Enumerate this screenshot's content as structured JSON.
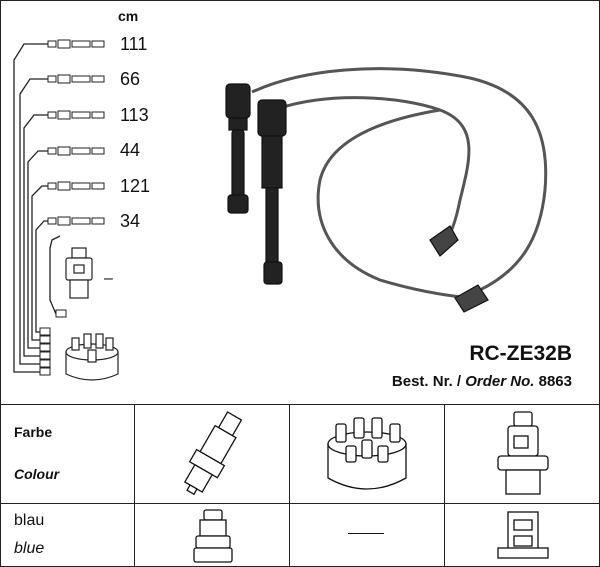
{
  "unit_label": "cm",
  "lengths": [
    "111",
    "66",
    "113",
    "44",
    "121",
    "34"
  ],
  "part_title": "RC-ZE32B",
  "order_label_de": "Best. Nr. /",
  "order_label_en": "Order No.",
  "order_number": "8863",
  "coil_minus": "–",
  "table": {
    "row1_label_de": "Farbe",
    "row1_label_en": "Colour",
    "row2_label_de": "blau",
    "row2_label_en": "blue"
  },
  "icons": [
    "spark-plug-icon",
    "distributor-cap-icon",
    "ignition-coil-icon",
    "plug-boot-icon",
    "coil-terminal-icon"
  ]
}
